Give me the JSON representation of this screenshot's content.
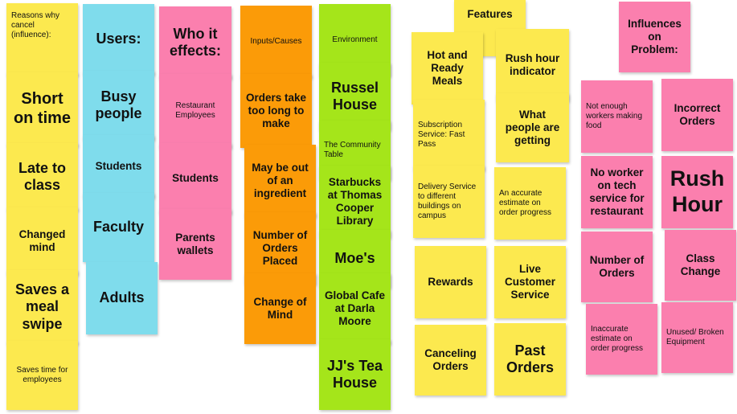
{
  "notes": {
    "reasons_header": "Reasons why cancel (influence):",
    "short_on_time": "Short on time",
    "late_to_class": "Late to class",
    "changed_mind": "Changed mind",
    "saves_meal_swipe": "Saves a meal swipe",
    "saves_time_employees": "Saves time for employees",
    "users_header": "Users:",
    "busy_people": "Busy people",
    "students_user": "Students",
    "faculty": "Faculty",
    "adults": "Adults",
    "who_header": "Who it effects:",
    "restaurant_employees": "Restaurant Employees",
    "students_effect": "Students",
    "parents_wallets": "Parents wallets",
    "inputs_header": "Inputs/Causes",
    "orders_too_long": "Orders take too long to make",
    "out_of_ingredient": "May be out of an ingredient",
    "number_orders_placed": "Number of Orders Placed",
    "change_of_mind": "Change of Mind",
    "environment_header": "Environment",
    "russel_house": "Russel House",
    "community_table": "The Community Table",
    "starbucks": "Starbucks at Thomas Cooper Library",
    "moes": "Moe's",
    "global_cafe": "Global Cafe at Darla Moore",
    "jjs_tea": "JJ's Tea House",
    "features_header": "Features",
    "hot_ready_meals": "Hot and Ready Meals",
    "rush_hour_indicator": "Rush hour indicator",
    "subscription_service": "Subscription Service: Fast Pass",
    "what_people_getting": "What people are getting",
    "delivery_service": "Delivery Service to different buildings on campus",
    "accurate_estimate": "An accurate estimate on order progress",
    "rewards": "Rewards",
    "live_customer_service": "Live Customer Service",
    "canceling_orders": "Canceling Orders",
    "past_orders": "Past Orders",
    "influences_header": "Influences on Problem:",
    "not_enough_workers": "Not enough workers making food",
    "incorrect_orders": "Incorrect Orders",
    "no_tech_worker": "No worker on tech service for restaurant",
    "rush_hour": "Rush Hour",
    "number_of_orders": "Number of Orders",
    "class_change": "Class Change",
    "inaccurate_estimate": "Inaccurate estimate on order progress",
    "unused_equipment": "Unused/ Broken Equipment"
  },
  "colors": {
    "yellow": "#fce94f",
    "cyan": "#7fdcec",
    "pink": "#fb7fae",
    "orange": "#fb9b08",
    "green": "#a5e51a"
  }
}
